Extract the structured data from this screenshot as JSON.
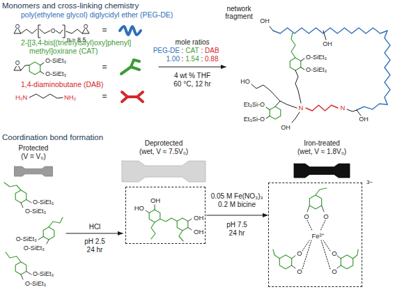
{
  "diagram": {
    "nodes": [
      {
        "text": [
          "HO",
          "OH",
          "OH",
          "OH"
        ]
      },
      {
        "text": [
          "O",
          "O",
          "Fe³⁺",
          "O",
          "O",
          "O",
          "O"
        ]
      }
    ],
    "edges": [
      {
        "from": 0,
        "to": 1,
        "arrow": "to",
        "label": "0.05 M Fe(NO₃)₃"
      }
    ],
    "labels": [
      "Monomers and cross-linking chemistry",
      "poly(ethylene glycol) diglycidyl ether (PEG-DE)",
      "O",
      "O",
      "n ≈ 8.5",
      "O",
      "=",
      "2-[[3,4-bis[(triethylsilyl)oxy]phenyl]",
      "methyl]oxirane (CAT)",
      "O",
      "O-SiEt₃",
      "O-SiEt₃",
      "=",
      "1,4-diaminobutane (DAB)",
      "H₂N",
      "NH₂",
      "=",
      "mole ratios",
      "PEG-DE",
      ":",
      "CAT",
      ":",
      "DAB",
      "1.00",
      ":",
      "1.54",
      ":",
      "0.88",
      "4 wt % THF",
      "60 °C, 12 hr",
      "network fragment",
      "OH",
      "OH",
      "O-SiEt₃",
      "O-SiEt₃",
      "HO",
      "Et₃Si-O",
      "Et₃Si-O",
      "N",
      "N",
      "OH",
      "OH",
      "Coordination bond formation",
      "Protected",
      "(V = V₀)",
      "HCl",
      "pH 2.5",
      "24 hr",
      "Deprotected",
      "(wet, V ≈ 7.5V₀)",
      "0.2 M bicine",
      "pH 7.5",
      "24 hr",
      "Iron-treated",
      "(wet, V ≈ 1.8V₀)",
      "3−",
      "O-SiEt₃",
      "O-SiEt₃",
      "O-SiEt₃",
      "O-SiEt₃",
      "O-SiEt₃",
      "O-SiEt₃"
    ]
  }
}
